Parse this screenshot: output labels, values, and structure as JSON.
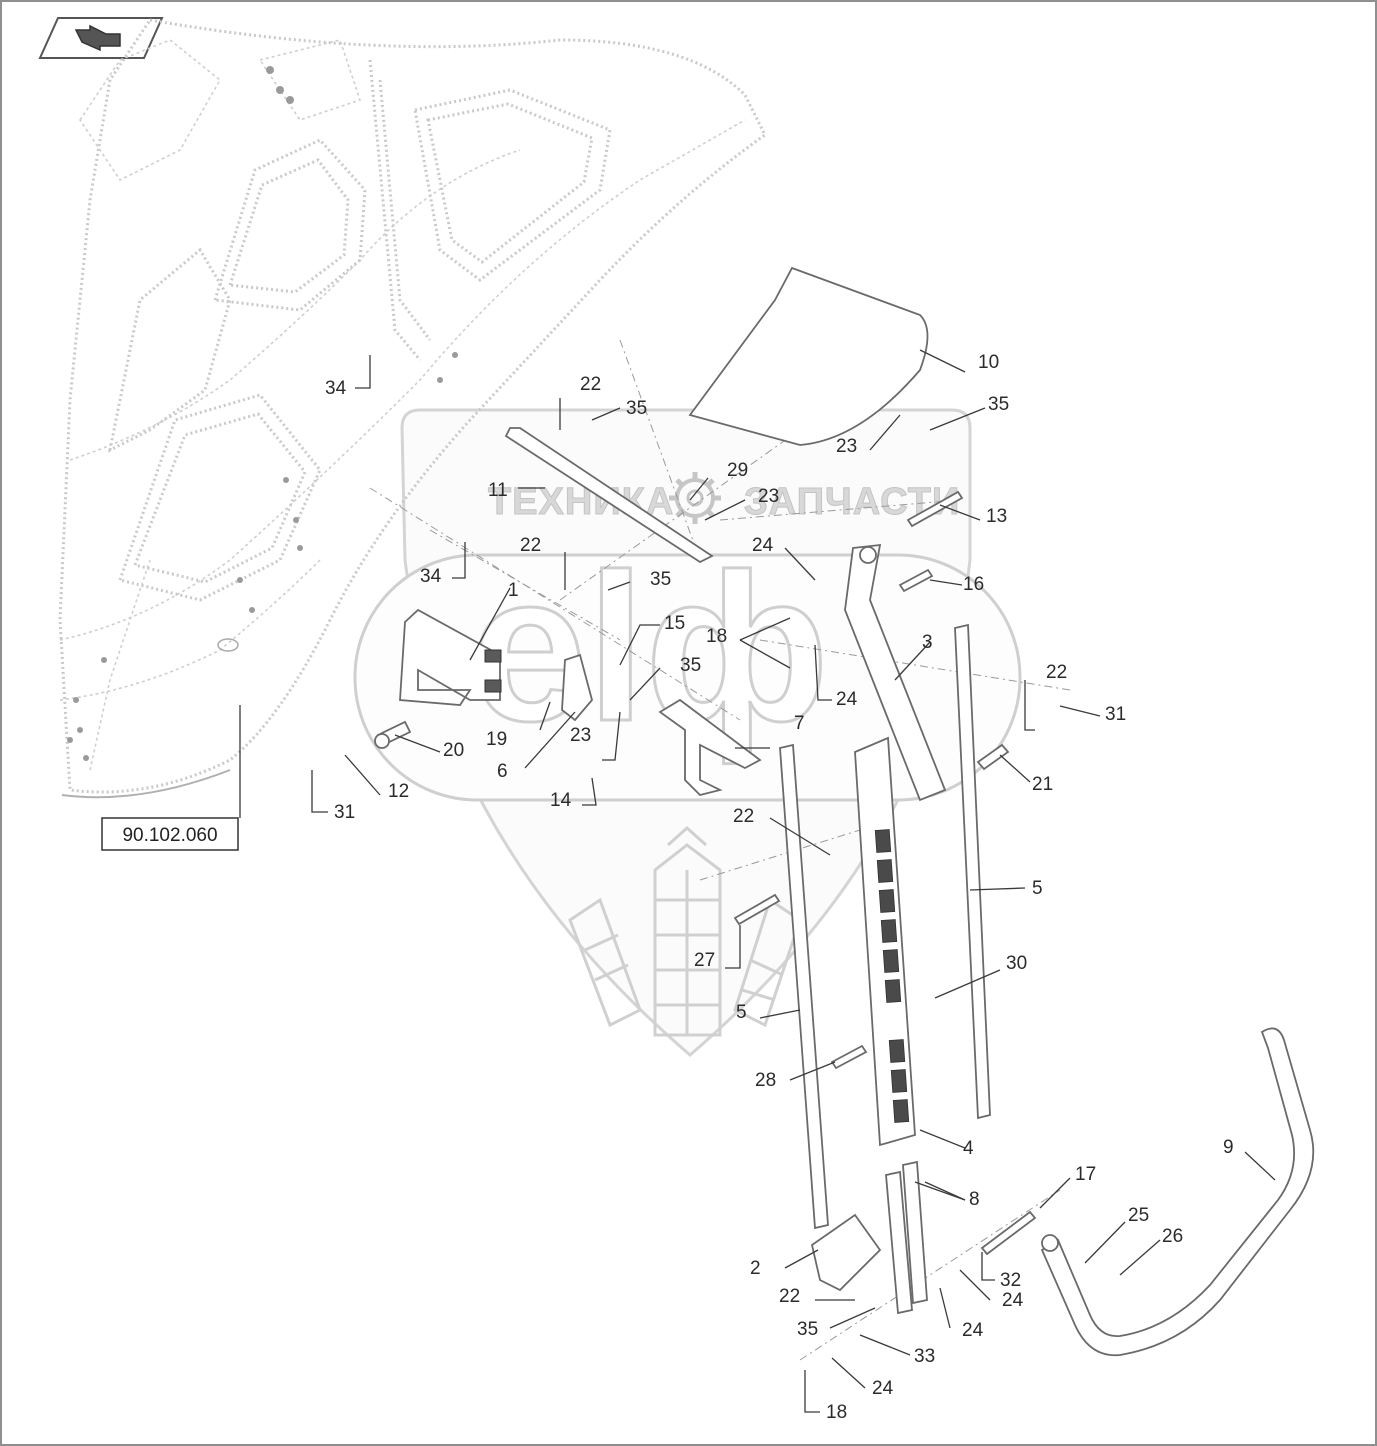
{
  "header": {
    "nav_icon": "arrow-back-icon"
  },
  "reference_box": {
    "text": "90.102.060"
  },
  "watermark": {
    "left_text": "ТЕХНИКА",
    "right_text": "ЗАПЧАСТИ",
    "logo_text": "elф",
    "icon": "gear-icon"
  },
  "callouts": [
    {
      "id": "c10",
      "text": "10"
    },
    {
      "id": "c35a",
      "text": "35"
    },
    {
      "id": "c23a",
      "text": "23"
    },
    {
      "id": "c22a",
      "text": "22"
    },
    {
      "id": "c35b",
      "text": "35"
    },
    {
      "id": "c34a",
      "text": "34"
    },
    {
      "id": "c11",
      "text": "11"
    },
    {
      "id": "c29",
      "text": "29"
    },
    {
      "id": "c23b",
      "text": "23"
    },
    {
      "id": "c13",
      "text": "13"
    },
    {
      "id": "c24a",
      "text": "24"
    },
    {
      "id": "c22b",
      "text": "22"
    },
    {
      "id": "c34b",
      "text": "34"
    },
    {
      "id": "c35c",
      "text": "35"
    },
    {
      "id": "c16",
      "text": "16"
    },
    {
      "id": "c1",
      "text": "1"
    },
    {
      "id": "c15",
      "text": "15"
    },
    {
      "id": "c18a",
      "text": "18"
    },
    {
      "id": "c3",
      "text": "3"
    },
    {
      "id": "c35d",
      "text": "35"
    },
    {
      "id": "c24b",
      "text": "24"
    },
    {
      "id": "c22c",
      "text": "22"
    },
    {
      "id": "c31a",
      "text": "31"
    },
    {
      "id": "c20",
      "text": "20"
    },
    {
      "id": "c19",
      "text": "19"
    },
    {
      "id": "c23c",
      "text": "23"
    },
    {
      "id": "c7",
      "text": "7"
    },
    {
      "id": "c6",
      "text": "6"
    },
    {
      "id": "c21",
      "text": "21"
    },
    {
      "id": "c12",
      "text": "12"
    },
    {
      "id": "c14",
      "text": "14"
    },
    {
      "id": "c31b",
      "text": "31"
    },
    {
      "id": "c22d",
      "text": "22"
    },
    {
      "id": "c5a",
      "text": "5"
    },
    {
      "id": "c27",
      "text": "27"
    },
    {
      "id": "c30",
      "text": "30"
    },
    {
      "id": "c5b",
      "text": "5"
    },
    {
      "id": "c28",
      "text": "28"
    },
    {
      "id": "c4",
      "text": "4"
    },
    {
      "id": "c9",
      "text": "9"
    },
    {
      "id": "c17",
      "text": "17"
    },
    {
      "id": "c8",
      "text": "8"
    },
    {
      "id": "c25",
      "text": "25"
    },
    {
      "id": "c26",
      "text": "26"
    },
    {
      "id": "c2",
      "text": "2"
    },
    {
      "id": "c32",
      "text": "32"
    },
    {
      "id": "c22e",
      "text": "22"
    },
    {
      "id": "c24c",
      "text": "24"
    },
    {
      "id": "c35e",
      "text": "35"
    },
    {
      "id": "c24d",
      "text": "24"
    },
    {
      "id": "c33",
      "text": "33"
    },
    {
      "id": "c24e",
      "text": "24"
    },
    {
      "id": "c18b",
      "text": "18"
    }
  ]
}
